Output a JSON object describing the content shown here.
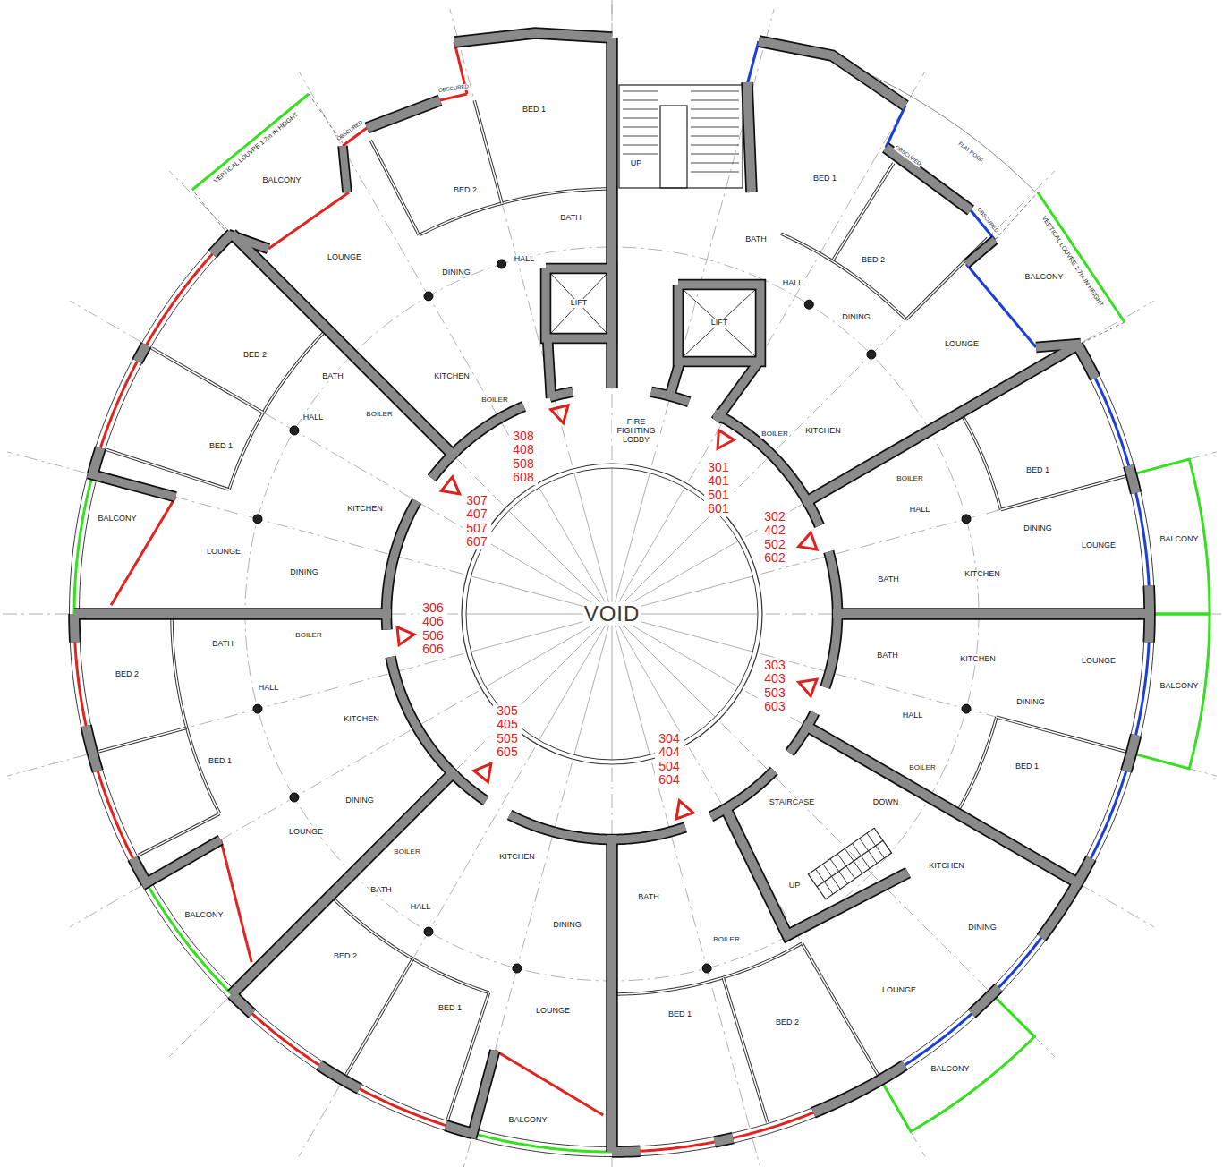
{
  "diagram": {
    "labels": [
      "BED 1",
      "BED 2",
      "BATH",
      "HALL",
      "DINING",
      "LOUNGE",
      "BALCONY",
      "VERTICAL LOUVRE 1.7m IN HEIGHT",
      "OBSCURED",
      "OBSCURED",
      "KITCHEN",
      "BOILER",
      "UP",
      "LIFT",
      "LIFT",
      "FIRE FIGHTING LOBBY",
      "BED 1",
      "BED 2",
      "BATH",
      "HALL",
      "DINING",
      "LOUNGE",
      "BALCONY",
      "FLAT ROOF",
      "OBSCURED",
      "OBSCURED",
      "VERTICAL LOUVRE 1.7m IN HEIGHT",
      "KITCHEN",
      "BOILER",
      "BOILER",
      "BED 1",
      "HALL",
      "DINING",
      "LOUNGE",
      "BALCONY",
      "BATH",
      "KITCHEN",
      "BATH",
      "KITCHEN",
      "LOUNGE",
      "BALCONY",
      "DINING",
      "HALL",
      "BED 1",
      "BOILER",
      "STAIRCASE",
      "DOWN",
      "UP",
      "KITCHEN",
      "DINING",
      "LOUNGE",
      "BALCONY",
      "BED 2",
      "BED 1",
      "BOILER",
      "BATH",
      "KITCHEN",
      "DINING",
      "LOUNGE",
      "BED 1",
      "HALL",
      "BATH",
      "BOILER",
      "BED 2",
      "BALCONY",
      "BED 2",
      "BATH",
      "BOILER",
      "HALL",
      "KITCHEN",
      "BED 1",
      "DINING",
      "LOUNGE",
      "BALCONY",
      "BED 2",
      "BATH",
      "HALL",
      "BOILER",
      "BED 1",
      "KITCHEN",
      "DINING",
      "LOUNGE",
      "BALCONY",
      "VOID",
      "308 408 508 608",
      "307 407 507 607",
      "306 406 506 606",
      "305 405 505 605",
      "304 404 504 604",
      "303 403 503 603",
      "302 402 502 602",
      "301 401 501 601"
    ]
  }
}
